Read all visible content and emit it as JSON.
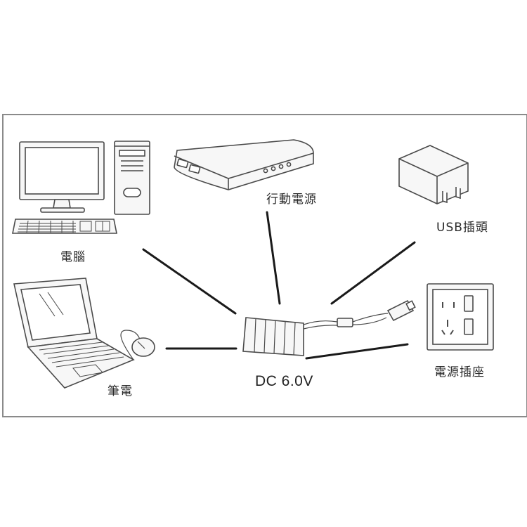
{
  "labels": {
    "computer": "電腦",
    "power_bank": "行動電源",
    "usb_plug": "USB插頭",
    "laptop": "筆電",
    "battery": "DC 6.0V",
    "wall_socket": "電源插座"
  },
  "colors": {
    "line": "#1a1a1a",
    "stroke": "#4a4a4a",
    "fill": "#f7f7f7",
    "frame": "#8a8a8a"
  }
}
